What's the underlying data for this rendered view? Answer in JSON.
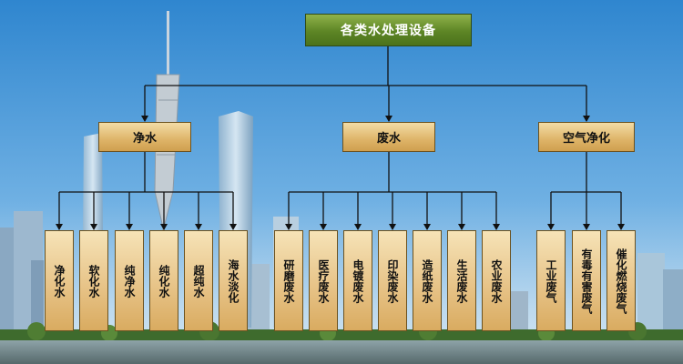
{
  "diagram": {
    "root": {
      "label": "各类水处理设备"
    },
    "categories": [
      {
        "label": "净水",
        "leaves": [
          "净化水",
          "软化水",
          "纯净水",
          "纯化水",
          "超纯水",
          "海水淡化"
        ]
      },
      {
        "label": "废水",
        "leaves": [
          "研磨废水",
          "医疗废水",
          "电镀废水",
          "印染废水",
          "造纸废水",
          "生活废水",
          "农业废水"
        ]
      },
      {
        "label": "空气净化",
        "leaves": [
          "工业废气",
          "有毒有害废气",
          "催化燃烧废气"
        ]
      }
    ]
  },
  "colors": {
    "root_fill": "#5d8525",
    "category_fill": "#deb468",
    "leaf_fill": "#e6c184",
    "connector": "#111111",
    "sky": "#3f8fd0",
    "water": "#6c7f80"
  }
}
